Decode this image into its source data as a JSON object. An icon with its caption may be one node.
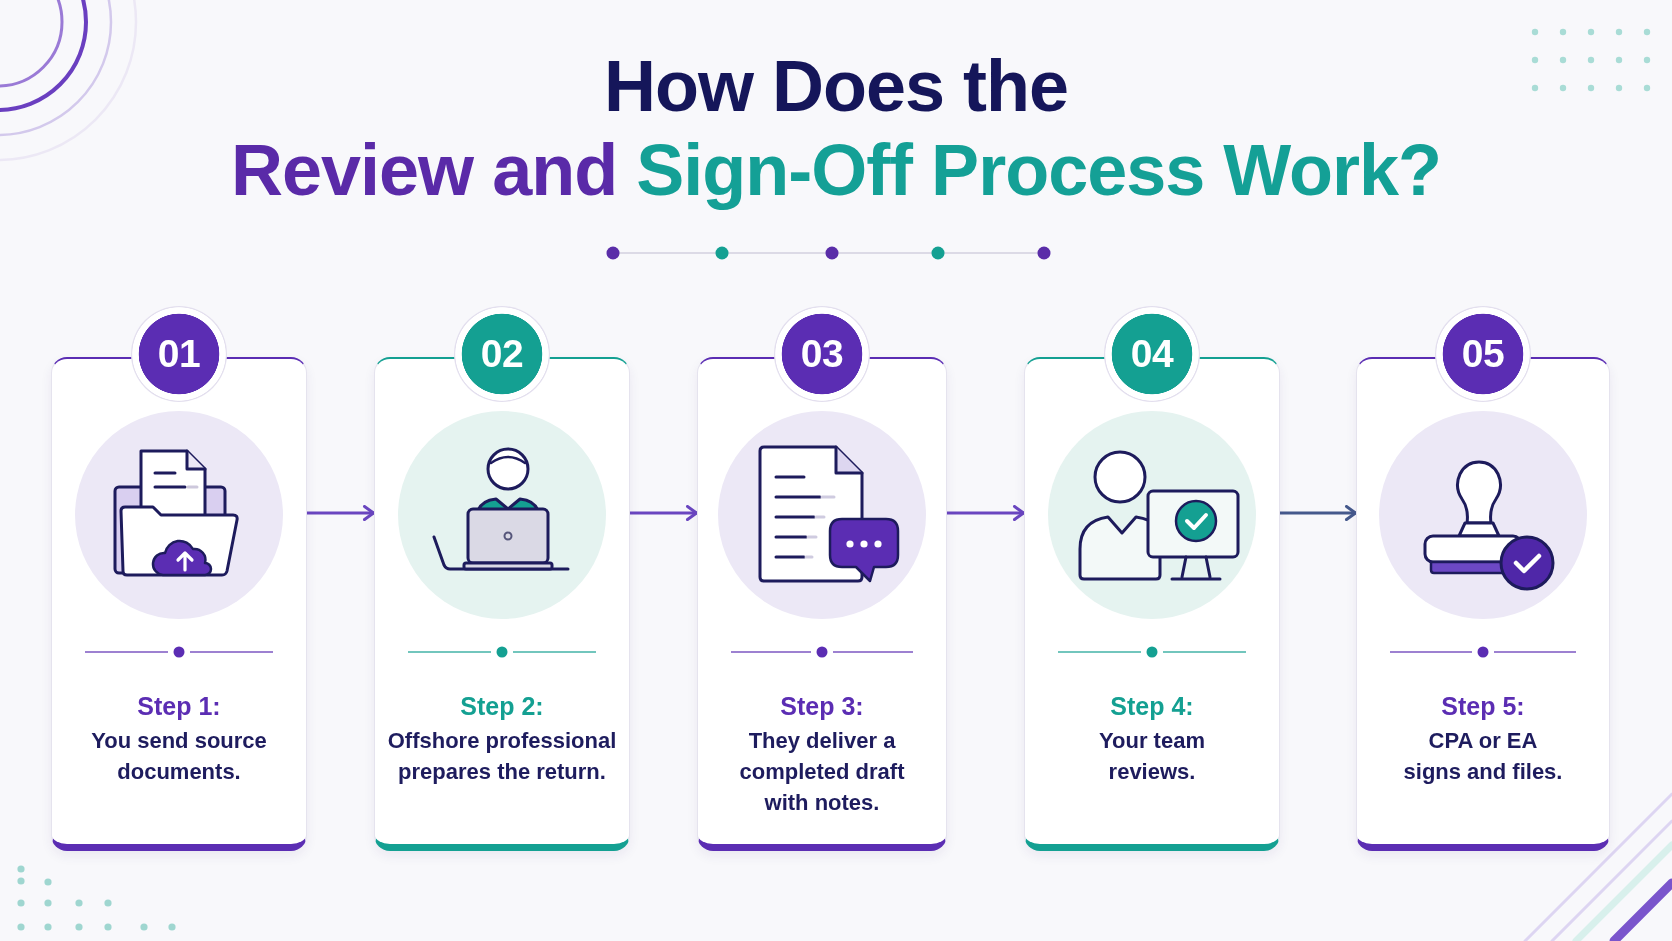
{
  "diagram": {
    "title": "How Does the Review and Sign-Off Process Work?",
    "nodes": [
      {
        "text": [
          "01"
        ]
      },
      {
        "text": [
          "Step 1:",
          "You send source documents."
        ]
      },
      {
        "text": [
          "02"
        ]
      },
      {
        "text": [
          "Step 2:",
          "Offshore professional prepares the return."
        ]
      },
      {
        "text": [
          "03"
        ]
      },
      {
        "text": [
          "Step 3:",
          "They deliver a completed draft with notes."
        ]
      },
      {
        "text": [
          "04"
        ]
      },
      {
        "text": [
          "Step 4:",
          "Your team reviews."
        ]
      },
      {
        "text": [
          "05"
        ]
      },
      {
        "text": [
          "Step 5:",
          "CPA or EA signs and files."
        ]
      }
    ],
    "edges": [
      {
        "from": 1,
        "to": 3,
        "arrow": "to"
      },
      {
        "from": 3,
        "to": 5,
        "arrow": "to"
      },
      {
        "from": 5,
        "to": 7,
        "arrow": "to"
      },
      {
        "from": 7,
        "to": 9,
        "arrow": "to",
        "color": "#45598c"
      }
    ]
  }
}
